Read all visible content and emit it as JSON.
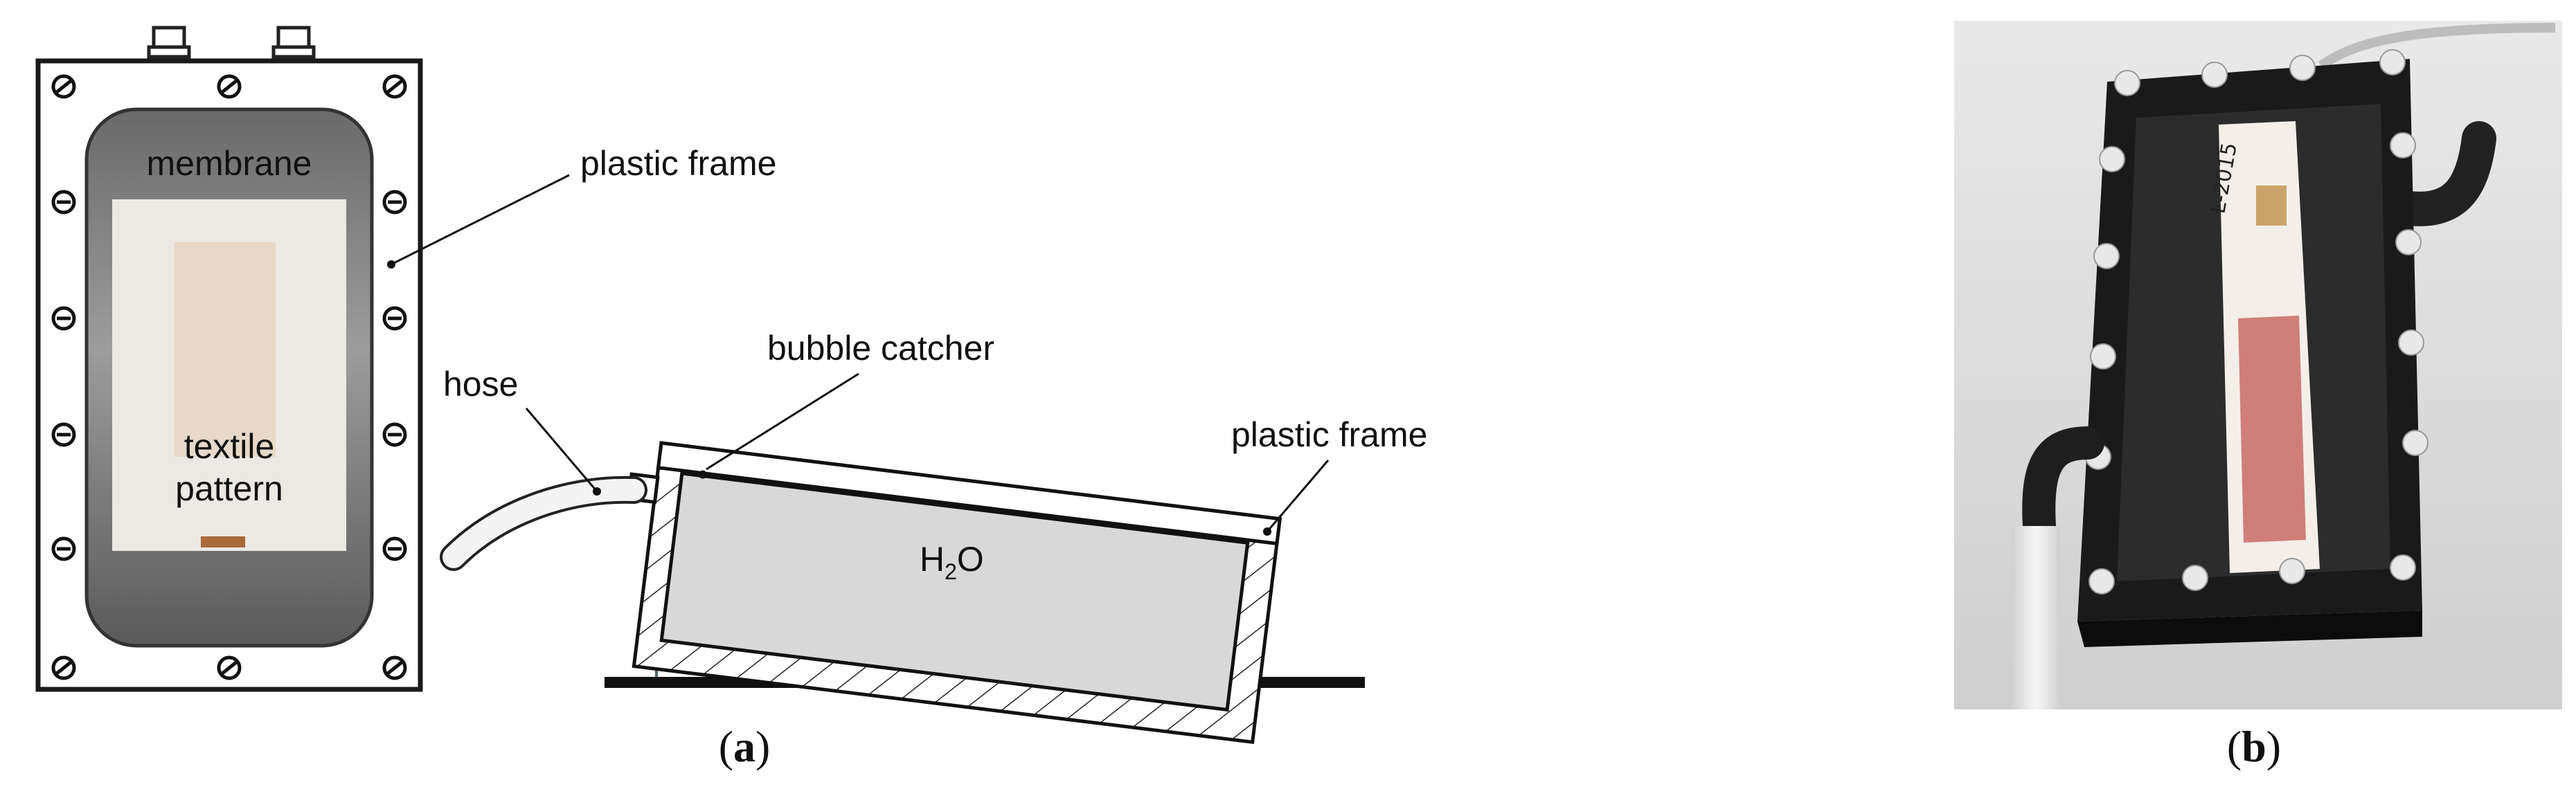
{
  "panel_a": {
    "labels": {
      "membrane": "membrane",
      "textile_pattern_line1": "textile",
      "textile_pattern_line2": "pattern",
      "plastic_frame_top": "plastic frame",
      "bubble_catcher": "bubble catcher",
      "hose": "hose",
      "water": "H",
      "water_sub": "2",
      "water_tail": "O",
      "plastic_frame_side": "plastic frame"
    },
    "caption_open": "(",
    "caption_letter": "a",
    "caption_close": ")"
  },
  "panel_b": {
    "photo_text": "L-2015",
    "caption_open": "(",
    "caption_letter": "b",
    "caption_close": ")"
  },
  "colors": {
    "frame_stroke": "#1a1a1a",
    "membrane_dark": "#6e6e6e",
    "membrane_light": "#a9a9a9",
    "textile": "#ece9e4",
    "water_fill": "#d8d8d8",
    "photo_bg": "#dcdcdc",
    "device_black": "#161616",
    "strip_red": "#c96a66"
  }
}
